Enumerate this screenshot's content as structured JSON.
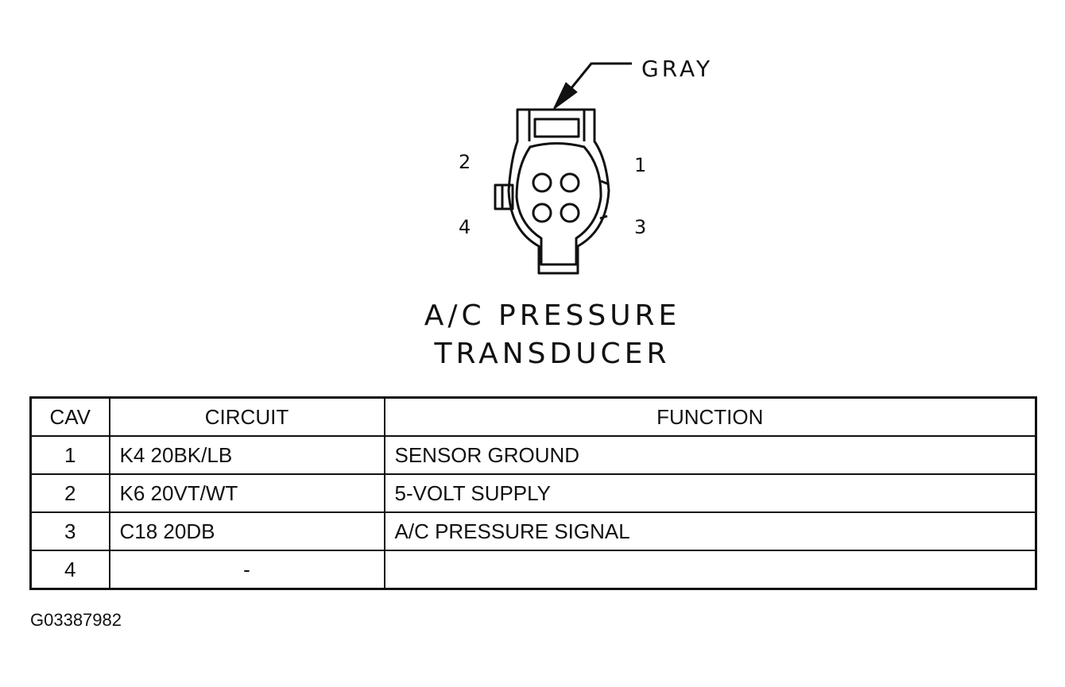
{
  "connector": {
    "color_label": "GRAY",
    "title_line1": "A/C PRESSURE",
    "title_line2": "TRANSDUCER",
    "cavity_labels": {
      "c1": "1",
      "c2": "2",
      "c3": "3",
      "c4": "4"
    }
  },
  "table": {
    "headers": {
      "cav": "CAV",
      "circuit": "CIRCUIT",
      "function": "FUNCTION"
    },
    "rows": [
      {
        "cav": "1",
        "circuit": "K4 20BK/LB",
        "function": "SENSOR GROUND"
      },
      {
        "cav": "2",
        "circuit": "K6 20VT/WT",
        "function": "5-VOLT SUPPLY"
      },
      {
        "cav": "3",
        "circuit": "C18 20DB",
        "function": "A/C PRESSURE SIGNAL"
      },
      {
        "cav": "4",
        "circuit": "-",
        "function": ""
      }
    ]
  },
  "figure_id": "G03387982"
}
